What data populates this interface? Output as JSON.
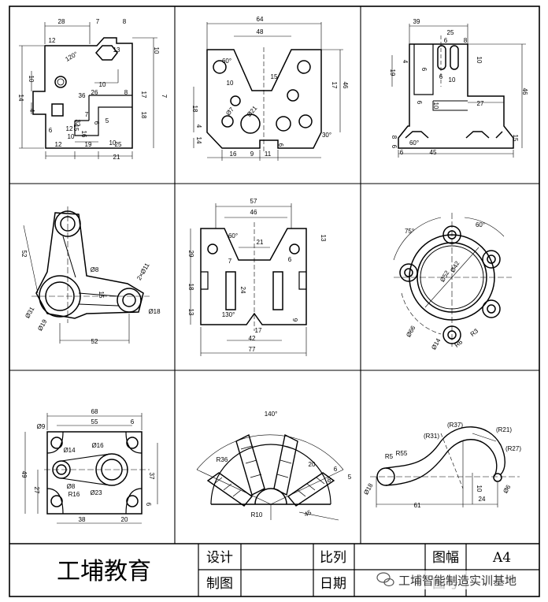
{
  "title_block": {
    "company": "工埔教育",
    "label_design": "设计",
    "label_draw": "制图",
    "label_scale": "比列",
    "label_date": "日期",
    "label_sheet": "图幅",
    "sheet_size": "A4",
    "label_drawing_no": "图号"
  },
  "watermark": "工埔智能制造实训基地",
  "drawings": [
    {
      "name": "drawing-1",
      "dims": [
        "28",
        "7",
        "8",
        "12",
        "120°",
        "13",
        "10",
        "10",
        "10",
        "26",
        "14",
        "36",
        "7",
        "17",
        "32",
        "4",
        "18",
        "15",
        "10",
        "10",
        "12",
        "19",
        "25",
        "12",
        "21",
        "6",
        "6",
        "7",
        "8",
        "5",
        "16"
      ]
    },
    {
      "name": "drawing-2",
      "dims": [
        "64",
        "48",
        "60°",
        "10",
        "15",
        "17",
        "46",
        "18",
        "Ø7",
        "Ø21",
        "4",
        "14",
        "30°",
        "16",
        "9",
        "11",
        "6"
      ]
    },
    {
      "name": "drawing-3",
      "dims": [
        "39",
        "25",
        "6",
        "8",
        "6",
        "10",
        "4",
        "19",
        "6",
        "10",
        "6",
        "46",
        "27",
        "10",
        "15",
        "8",
        "60°",
        "6",
        "45",
        "6"
      ]
    },
    {
      "name": "drawing-4",
      "dims": [
        "52",
        "Ø8",
        "2×Ø11",
        "Ø31",
        "Ø19",
        "15",
        "Ø18",
        "52"
      ]
    },
    {
      "name": "drawing-5",
      "dims": [
        "57",
        "46",
        "21",
        "60°",
        "13",
        "7",
        "6",
        "29",
        "18",
        "24",
        "13",
        "130°",
        "17",
        "9",
        "42",
        "77"
      ]
    },
    {
      "name": "drawing-6",
      "dims": [
        "75°",
        "60°",
        "Ø52",
        "Ø42",
        "Ø66",
        "Ø14",
        "R3",
        "R6"
      ]
    },
    {
      "name": "drawing-7",
      "dims": [
        "68",
        "55",
        "6",
        "Ø9",
        "Ø14",
        "Ø16",
        "Ø8",
        "R16",
        "Ø23",
        "49",
        "27",
        "37",
        "38",
        "20",
        "6"
      ]
    },
    {
      "name": "drawing-8",
      "dims": [
        "140°",
        "R36",
        "20",
        "R10",
        "45",
        "8",
        "6",
        "5"
      ]
    },
    {
      "name": "drawing-9",
      "dims": [
        "(R37)",
        "(R31)",
        "(R21)",
        "(R27)",
        "R5",
        "R55",
        "Ø18",
        "10",
        "24",
        "Ø6",
        "61"
      ]
    }
  ]
}
